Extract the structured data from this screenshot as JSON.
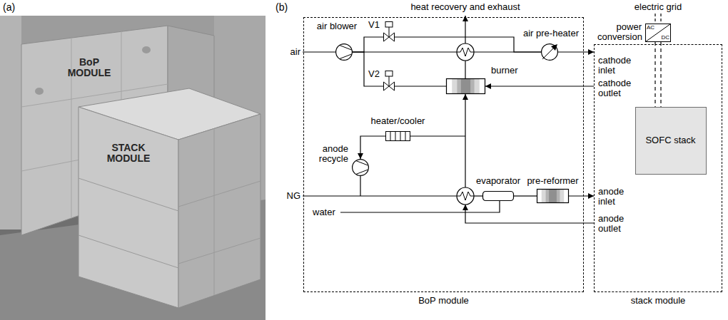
{
  "diagram": {
    "nodes": [
      {
        "text": [
          "BoP module"
        ]
      },
      {
        "text": [
          "air blower"
        ],
        "in": 0
      },
      {
        "text": [
          "V1"
        ],
        "in": 0
      },
      {
        "text": [
          "V2"
        ],
        "in": 0
      },
      {
        "text": [
          "air pre-heater"
        ],
        "in": 0
      },
      {
        "text": [
          "burner"
        ],
        "in": 0
      },
      {
        "text": [
          "heater/cooler"
        ],
        "in": 0
      },
      {
        "text": [
          "anode recycle"
        ],
        "in": 0
      },
      {
        "text": [
          "evaporator"
        ],
        "in": 0
      },
      {
        "text": [
          "pre-reformer"
        ],
        "in": 0
      },
      {
        "text": [
          "stack module"
        ]
      },
      {
        "text": [
          "SOFC stack"
        ],
        "in": 10
      },
      {
        "text": [
          "power conversion",
          "AC",
          "DC"
        ]
      }
    ],
    "edges": [
      {
        "from": 1,
        "to": 2,
        "arrow": "none"
      },
      {
        "from": 2,
        "to": 4,
        "arrow": "none"
      },
      {
        "from": 1,
        "to": 3,
        "arrow": "none"
      },
      {
        "from": 3,
        "to": 5,
        "arrow": "none"
      },
      {
        "from": 4,
        "to": 10,
        "arrow": "to"
      },
      {
        "from": 10,
        "to": 5,
        "arrow": "to"
      },
      {
        "from": 6,
        "to": 7,
        "arrow": "to"
      },
      {
        "from": 8,
        "to": 9,
        "arrow": "none"
      },
      {
        "from": 9,
        "to": 10,
        "arrow": "to"
      },
      {
        "from": 12,
        "to": 11,
        "arrow": "none"
      }
    ],
    "labels": [
      "(a)",
      "(b)",
      "BoP MODULE",
      "STACK MODULE",
      "heat recovery and exhaust",
      "electric grid",
      "air",
      "NG",
      "water",
      "cathode inlet",
      "cathode outlet",
      "anode inlet",
      "anode outlet"
    ]
  }
}
